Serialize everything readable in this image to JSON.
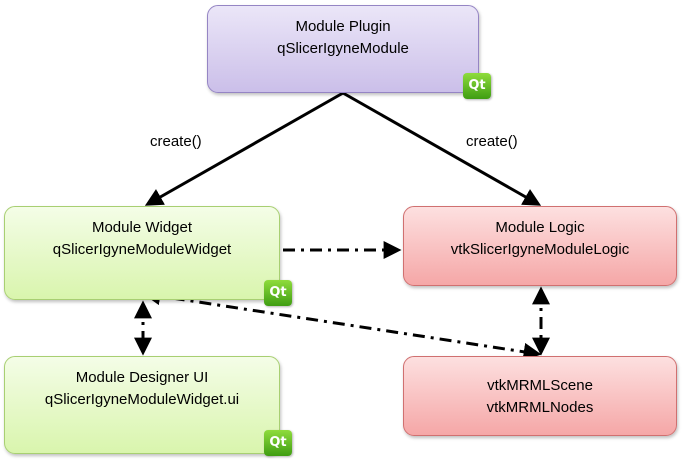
{
  "nodes": {
    "module_plugin": {
      "title": "Module Plugin",
      "class_name": "qSlicerIgyneModule"
    },
    "module_widget": {
      "title": "Module Widget",
      "class_name": "qSlicerIgyneModuleWidget"
    },
    "module_logic": {
      "title": "Module Logic",
      "class_name": "vtkSlicerIgyneModuleLogic"
    },
    "designer_ui": {
      "title": "Module Designer UI",
      "class_name": "qSlicerIgyneModuleWidget.ui"
    },
    "mrml": {
      "line1": "vtkMRMLScene",
      "line2": "vtkMRMLNodes"
    }
  },
  "badges": {
    "qt": "Qt"
  },
  "edges": {
    "create_left": "create()",
    "create_right": "create()"
  },
  "colors": {
    "plugin_fill": "#cbbfe9",
    "widget_fill": "#d9f5ad",
    "logic_fill": "#f5a7a7",
    "qt_green": "#5fb82a"
  },
  "icons": {
    "qt_badge": "qt-logo-icon"
  }
}
